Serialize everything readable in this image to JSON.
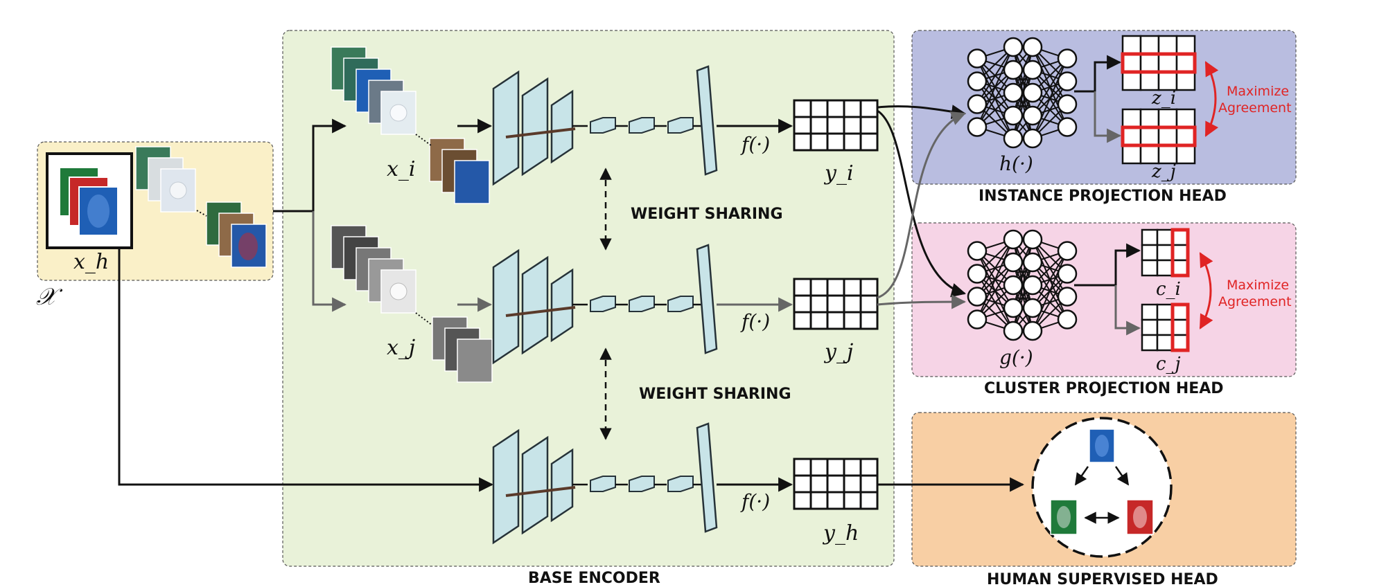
{
  "labels": {
    "dataset": "𝒳",
    "x_h": "x_h",
    "x_i": "x_i",
    "x_j": "x_j",
    "f1": "f(·)",
    "f2": "f(·)",
    "f3": "f(·)",
    "y_i": "y_i",
    "y_j": "y_j",
    "y_h": "y_h",
    "h": "h(·)",
    "g": "g(·)",
    "z_i": "z_i",
    "z_j": "z_j",
    "c_i": "c_i",
    "c_j": "c_j",
    "weight_sharing_1": "WEIGHT SHARING",
    "weight_sharing_2": "WEIGHT SHARING",
    "maximize_1_line1": "Maximize",
    "maximize_1_line2": "Agreement",
    "maximize_2_line1": "Maximize",
    "maximize_2_line2": "Agreement",
    "base_encoder": "BASE ENCODER",
    "instance_head": "INSTANCE PROJECTION HEAD",
    "cluster_head": "CLUSTER PROJECTION HEAD",
    "human_head": "HUMAN SUPERVISED HEAD"
  },
  "colors": {
    "dataset_panel": "#faf0c8",
    "encoder_panel": "#e9f2d9",
    "instance_panel": "#b9bde0",
    "cluster_panel": "#f6d4e6",
    "human_panel": "#f8cfa4",
    "agreement_red": "#e02424",
    "can_blue": "#1f5fb5",
    "can_red": "#c62828",
    "can_green": "#1f7a3a",
    "cnn_plate": "#c8e4e8"
  }
}
